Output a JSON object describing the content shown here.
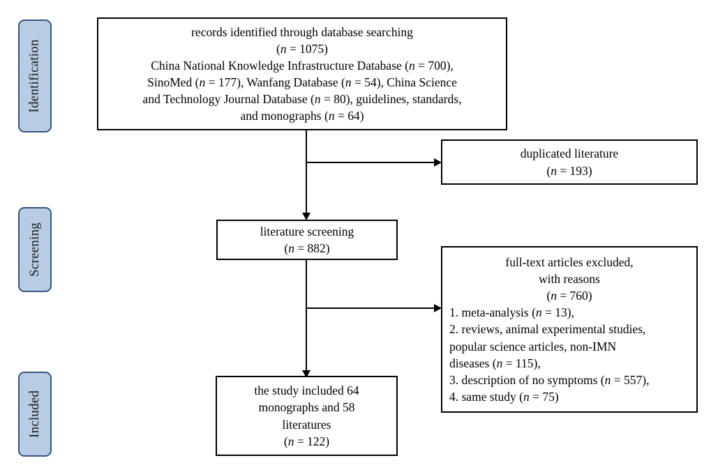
{
  "diagram": {
    "type": "prisma-flow-diagram",
    "title": "PRISMA study selection flow diagram",
    "colors": {
      "badge_fill": "#b8cce4",
      "badge_border": "#35558a",
      "box_border": "#000000",
      "connector": "#000000",
      "background": "#ffffff",
      "text": "#000000"
    },
    "stages": [
      {
        "id": "identification",
        "label": "Identification"
      },
      {
        "id": "screening",
        "label": "Screening"
      },
      {
        "id": "included",
        "label": "Included"
      }
    ],
    "boxes": {
      "records_identified": {
        "id": "records-identified",
        "lines": [
          "records identified through database searching",
          "(n = 1075)",
          "China National Knowledge Infrastructure Database (n = 700),",
          "SinoMed (n = 177), Wanfang Database (n = 54), China Science",
          "and Technology Journal Database (n = 80), guidelines, standards,",
          "and monographs (n = 64)"
        ],
        "counts": {
          "total": 1075,
          "cnki": 700,
          "sinomed": 177,
          "wanfang": 54,
          "cstj": 80,
          "guidelines_standards_monographs": 64
        }
      },
      "duplicated_literature": {
        "id": "duplicated-literature",
        "lines": [
          "duplicated literature",
          "(n = 193)"
        ],
        "counts": {
          "total": 193
        }
      },
      "literature_screening": {
        "id": "literature-screening",
        "lines": [
          "literature screening",
          "(n = 882)"
        ],
        "counts": {
          "total": 882
        }
      },
      "excluded_with_reasons": {
        "id": "full-text-articles-excluded",
        "lines": [
          "full-text articles excluded,",
          "with reasons",
          "(n = 760)",
          "1. meta-analysis (n = 13),",
          "2. reviews, animal experimental studies,",
          "popular science articles, non-IMN",
          "diseases (n = 115),",
          "3. description of no symptoms (n = 557),",
          "4. same study (n = 75)"
        ],
        "counts": {
          "total": 760,
          "meta_analysis": 13,
          "reviews_animal_popular_nonimn": 115,
          "no_symptoms": 557,
          "same_study": 75
        }
      },
      "study_included": {
        "id": "study-included",
        "lines": [
          "the study included 64",
          "monographs and 58",
          "literatures",
          "(n = 122)"
        ],
        "counts": {
          "monographs": 64,
          "literatures": 58,
          "total": 122
        }
      }
    }
  }
}
